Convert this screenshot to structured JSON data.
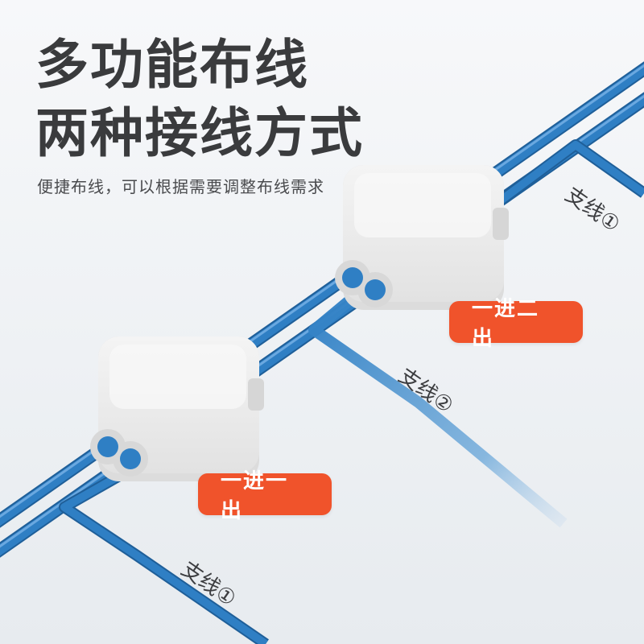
{
  "headline": {
    "line1": "多功能布线",
    "line2": "两种接线方式"
  },
  "subtitle": "便捷布线，可以根据需要调整布线需求",
  "badges": {
    "one_in_two_out": "一进二出",
    "one_in_one_out": "一进一出"
  },
  "branch_labels": {
    "top_right": "支线①",
    "middle": "支线②",
    "bottom_left": "支线①"
  },
  "colors": {
    "wire_blue": "#2f7fc4",
    "badge_orange": "#f0532b",
    "connector_white": "#eeeeee",
    "headline_text": "#3a3b3d"
  },
  "icons": {
    "connector": "wire-connector-icon"
  }
}
